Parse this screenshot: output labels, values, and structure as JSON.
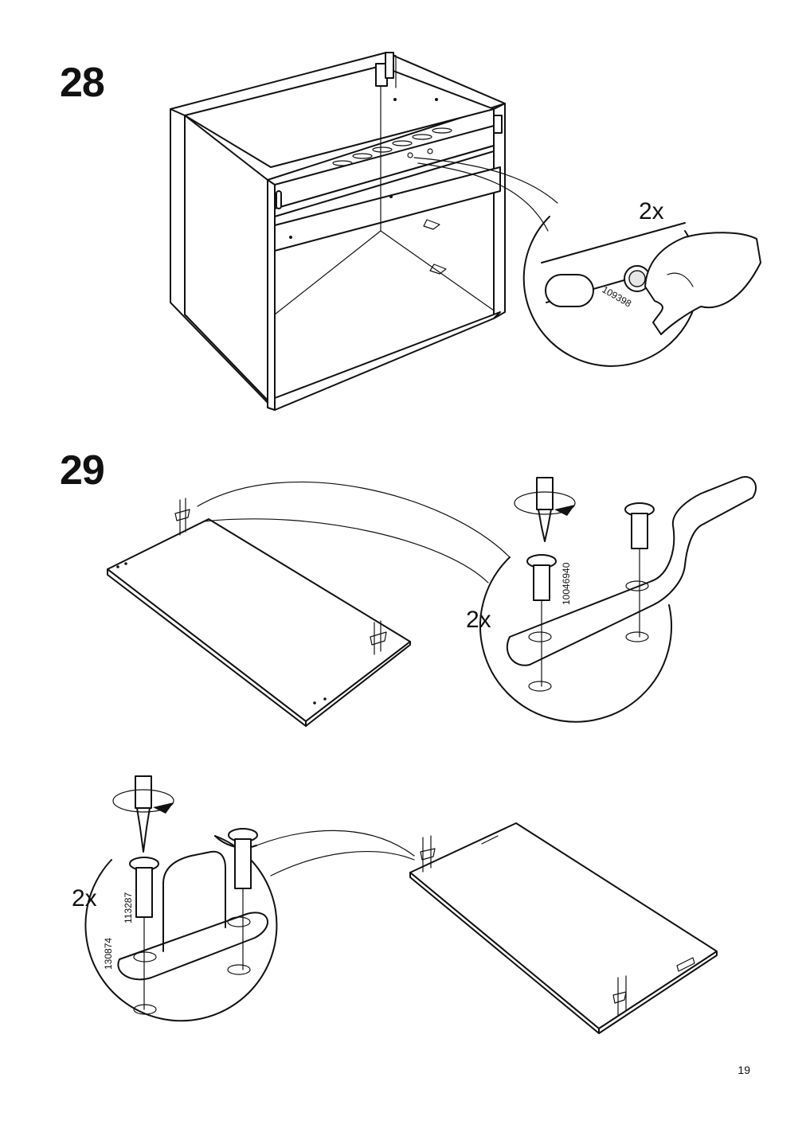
{
  "steps": [
    {
      "number": "28",
      "callout_count": "2x",
      "part_codes": [
        "109398"
      ]
    },
    {
      "number": "29",
      "callout_count": "2x",
      "part_codes": [
        "10046940"
      ]
    },
    {
      "number": "",
      "callout_count": "2x",
      "part_codes": [
        "113287",
        "130874"
      ]
    }
  ],
  "page": {
    "number": "19"
  },
  "icons": [
    "cabinet-frame-illustration",
    "hand-push-icon",
    "screwdriver-rotate-icon",
    "screw-icon",
    "handle-bracket-icon",
    "door-panel-illustration"
  ],
  "colors": {
    "ink": "#111111",
    "background": "#ffffff"
  }
}
